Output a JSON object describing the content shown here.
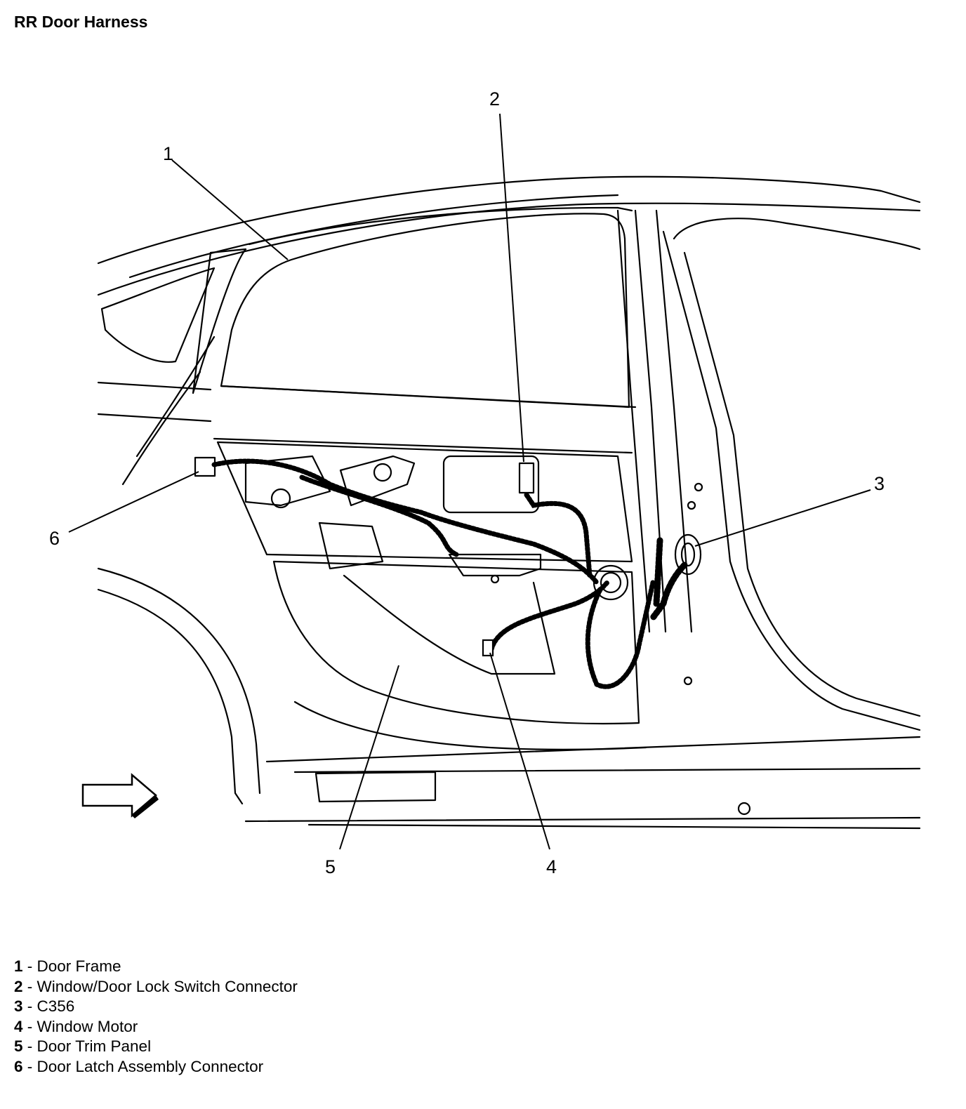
{
  "title": "RR Door Harness",
  "callouts": [
    "1",
    "2",
    "3",
    "4",
    "5",
    "6"
  ],
  "legend": [
    {
      "num": "1",
      "sep": " - ",
      "label": "Door Frame"
    },
    {
      "num": "2",
      "sep": " - ",
      "label": "Window/Door Lock Switch Connector"
    },
    {
      "num": "3",
      "sep": " - ",
      "label": "C356"
    },
    {
      "num": "4",
      "sep": " - ",
      "label": "Window Motor"
    },
    {
      "num": "5",
      "sep": " - ",
      "label": "Door Trim Panel"
    },
    {
      "num": "6",
      "sep": " - ",
      "label": "Door Latch Assembly Connector"
    }
  ],
  "colors": {
    "line": "#000000",
    "background": "#ffffff"
  },
  "icons": {
    "direction_arrow": "arrow-right-icon"
  }
}
